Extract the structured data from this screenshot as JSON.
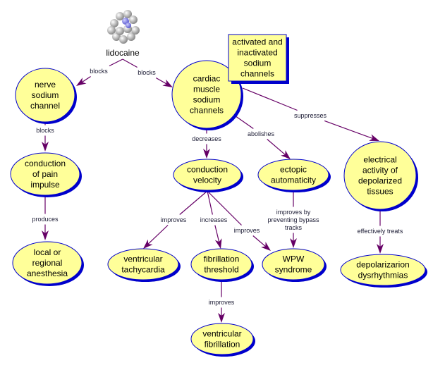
{
  "colors": {
    "node_fill": "#ffff99",
    "node_border": "#0000cc",
    "node_shadow": "#0000cc",
    "link": "#660066",
    "background": "#ffffff"
  },
  "root": {
    "label": "lidocaine",
    "icon": "molecule-icon"
  },
  "nodes": [
    {
      "id": "nerve",
      "lines": [
        "nerve",
        "sodium",
        "channel"
      ],
      "shape": "ellipse"
    },
    {
      "id": "cardiac",
      "lines": [
        "cardiac",
        "muscle",
        "sodium",
        "channels"
      ],
      "shape": "ellipse"
    },
    {
      "id": "activated",
      "lines": [
        "activated and",
        "inactivated",
        "sodium",
        "channels"
      ],
      "shape": "rect"
    },
    {
      "id": "pain",
      "lines": [
        "conduction",
        "of pain",
        "impulse"
      ],
      "shape": "ellipse"
    },
    {
      "id": "anesthesia",
      "lines": [
        "local or",
        "regional",
        "anesthesia"
      ],
      "shape": "ellipse"
    },
    {
      "id": "velocity",
      "lines": [
        "conduction",
        "velocity"
      ],
      "shape": "ellipse"
    },
    {
      "id": "ectopic",
      "lines": [
        "ectopic",
        "automaticity"
      ],
      "shape": "ellipse"
    },
    {
      "id": "electrical",
      "lines": [
        "electrical",
        "activity of",
        "depolarized",
        "tissues"
      ],
      "shape": "ellipse"
    },
    {
      "id": "vtach",
      "lines": [
        "ventricular",
        "tachycardia"
      ],
      "shape": "ellipse"
    },
    {
      "id": "fibthresh",
      "lines": [
        "fibrillation",
        "threshold"
      ],
      "shape": "ellipse"
    },
    {
      "id": "wpw",
      "lines": [
        "WPW",
        "syndrome"
      ],
      "shape": "ellipse"
    },
    {
      "id": "depol",
      "lines": [
        "depolarizarion",
        "dysrhythmias"
      ],
      "shape": "ellipse"
    },
    {
      "id": "vfib",
      "lines": [
        "ventricular",
        "fibrillation"
      ],
      "shape": "ellipse"
    }
  ],
  "links": [
    {
      "from": "root",
      "to": "nerve",
      "label": [
        "blocks"
      ]
    },
    {
      "from": "root",
      "to": "cardiac",
      "label": [
        "blocks"
      ]
    },
    {
      "from": "nerve",
      "to": "pain",
      "label": [
        "blocks"
      ]
    },
    {
      "from": "pain",
      "to": "anesthesia",
      "label": [
        "produces"
      ]
    },
    {
      "from": "cardiac",
      "to": "velocity",
      "label": [
        "decreases"
      ]
    },
    {
      "from": "cardiac",
      "to": "ectopic",
      "label": [
        "abolishes"
      ]
    },
    {
      "from": "cardiac",
      "to": "electrical",
      "label": [
        "suppresses"
      ]
    },
    {
      "from": "velocity",
      "to": "vtach",
      "label": [
        "improves"
      ]
    },
    {
      "from": "velocity",
      "to": "fibthresh",
      "label": [
        "increases"
      ]
    },
    {
      "from": "velocity",
      "to": "wpw",
      "label": [
        "improves"
      ]
    },
    {
      "from": "ectopic",
      "to": "wpw",
      "label": [
        "improves by",
        "preventing bypass",
        "tracks"
      ]
    },
    {
      "from": "electrical",
      "to": "depol",
      "label": [
        "effectively treats"
      ]
    },
    {
      "from": "fibthresh",
      "to": "vfib",
      "label": [
        "improves"
      ]
    }
  ]
}
